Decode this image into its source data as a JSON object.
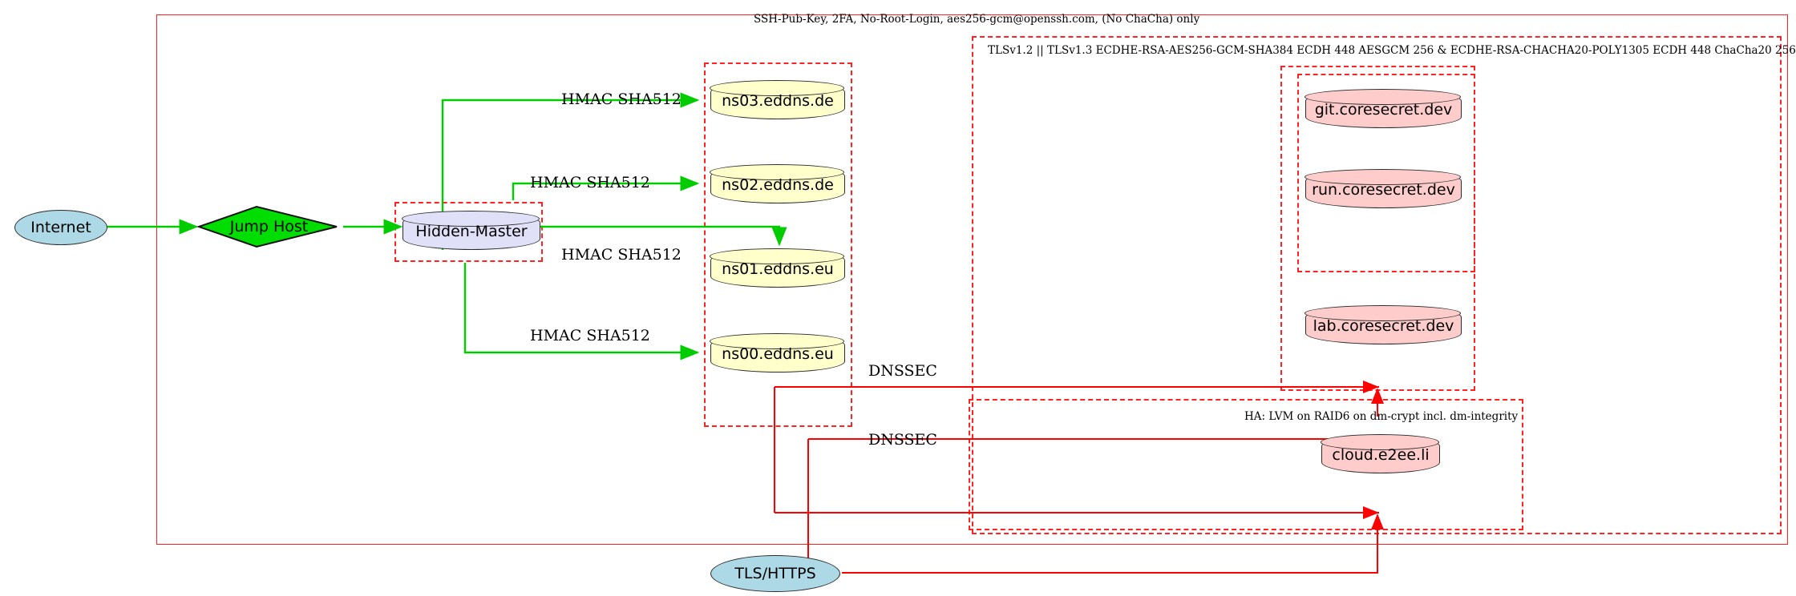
{
  "diagram": {
    "title_label": "SSH-Pub-Key, 2FA, No-Root-Login, aes256-gcm@openssh.com, (No ChaCha) only",
    "tls_cluster_label": "TLSv1.2 || TLSv1.3 ECDHE-RSA-AES256-GCM-SHA384 ECDH 448 AESGCM 256 & ECDHE-RSA-CHACHA20-POLY1305 ECDH 448 ChaCha20 256",
    "ha_cluster_label": "HA: LVM on RAID6 on dm-crypt incl. dm-integrity",
    "colors": {
      "frame_red": "#ff2222",
      "edge_green": "#00cc00",
      "edge_red": "#ff0000",
      "node_blue": "#add8e6",
      "node_green": "#00dd00",
      "node_lavender": "#e0e0f8",
      "node_yellow": "#ffffcc",
      "node_pink": "#ffcccc"
    }
  },
  "nodes": {
    "internet": {
      "label": "Internet",
      "shape": "ellipse",
      "color": "#add8e6"
    },
    "jump_host": {
      "label": "Jump Host",
      "shape": "diamond",
      "color": "#00dd00"
    },
    "hidden_master": {
      "label": "Hidden-Master",
      "shape": "cylinder",
      "color": "#e0e0f8"
    },
    "ns03": {
      "label": "ns03.eddns.de",
      "shape": "cylinder",
      "color": "#ffffcc"
    },
    "ns02": {
      "label": "ns02.eddns.de",
      "shape": "cylinder",
      "color": "#ffffcc"
    },
    "ns01": {
      "label": "ns01.eddns.eu",
      "shape": "cylinder",
      "color": "#ffffcc"
    },
    "ns00": {
      "label": "ns00.eddns.eu",
      "shape": "cylinder",
      "color": "#ffffcc"
    },
    "git": {
      "label": "git.coresecret.dev",
      "shape": "cylinder",
      "color": "#ffcccc"
    },
    "run": {
      "label": "run.coresecret.dev",
      "shape": "cylinder",
      "color": "#ffcccc"
    },
    "lab": {
      "label": "lab.coresecret.dev",
      "shape": "cylinder",
      "color": "#ffcccc"
    },
    "cloud": {
      "label": "cloud.e2ee.li",
      "shape": "cylinder",
      "color": "#ffcccc"
    },
    "tls_https": {
      "label": "TLS/HTTPS",
      "shape": "ellipse",
      "color": "#add8e6"
    }
  },
  "edge_labels": {
    "hmac_ns03": "HMAC SHA512",
    "hmac_ns02": "HMAC SHA512",
    "hmac_ns01": "HMAC SHA512",
    "hmac_ns00": "HMAC SHA512",
    "dnssec_upper": "DNSSEC",
    "dnssec_lower": "DNSSEC"
  }
}
